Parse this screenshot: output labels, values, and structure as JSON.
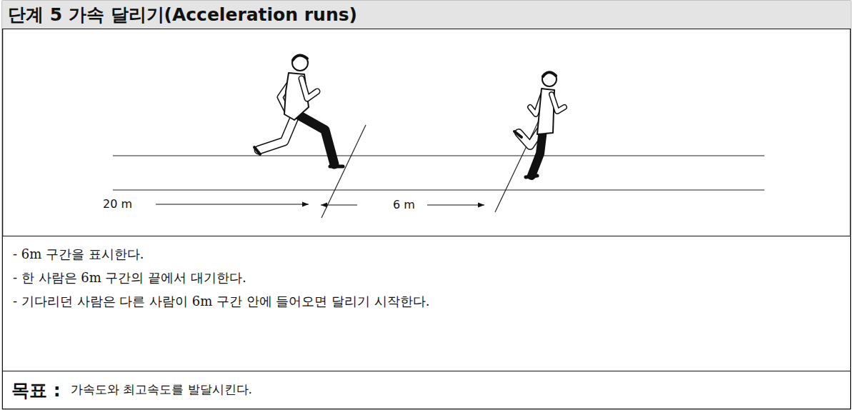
{
  "diagram": {
    "title": "단계 5 가속 달리기(Acceleration runs)",
    "nodes": [
      {
        "text": [
          "- 6m 구간을 표시한다.",
          "- 한 사람은 6m 구간의 끝에서 대기한다.",
          "- 기다리던 사람은 다른 사람이 6m 구간 안에 들어오면 달리기 시작한다."
        ]
      },
      {
        "text": [
          "목표 :",
          "가속도와 최고속도를 발달시킨다."
        ]
      }
    ],
    "labels": [
      "20 m",
      "6 m"
    ]
  }
}
